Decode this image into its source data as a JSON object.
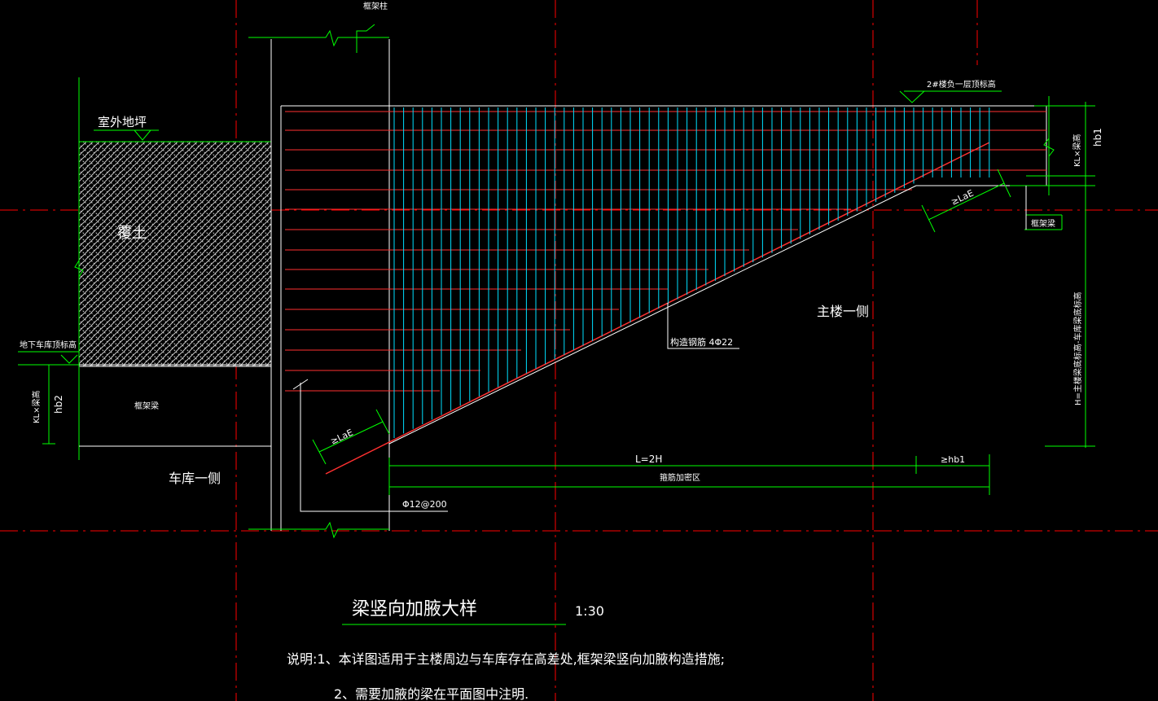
{
  "labels": {
    "frame_column": "框架柱",
    "outdoor_ground": "室外地坪",
    "soil_cover": "覆土",
    "basement_roof_elev": "地下车库顶标高",
    "frame_beam_left": "框架梁",
    "beam_height_left": "KL×梁高",
    "hb2": "hb2",
    "garage_side": "车库一侧",
    "floor_elev": "2#楼负一层顶标高",
    "beam_height_right": "KL×梁高",
    "hb1": "hb1",
    "lae_right": "≥LaE",
    "frame_beam_right": "框架梁",
    "main_building_side": "主楼一侧",
    "construct_rebar": "构造钢筋 4Φ22",
    "height_diff": "H=主楼梁底标高-车库梁底标高",
    "lae_left": "≥LaE",
    "L_equals": "L=2H",
    "ge_hb1": "≥hb1",
    "stirrup_zone": "箍筋加密区",
    "stirrup_spec": "Φ12@200"
  },
  "title": {
    "main": "梁竖向加腋大样",
    "scale": "1:30"
  },
  "notes": {
    "line1": "说明:1、本详图适用于主楼周边与车库存在高差处,框架梁竖向加腋构造措施;",
    "line2": "2、需要加腋的梁在平面图中注明."
  },
  "colors": {
    "background": "#000000",
    "axis_line": "#ff0000",
    "rebar": "#ff3030",
    "stirrup": "#00e0ff",
    "dimension": "#00ff00",
    "outline": "#ffffff"
  }
}
